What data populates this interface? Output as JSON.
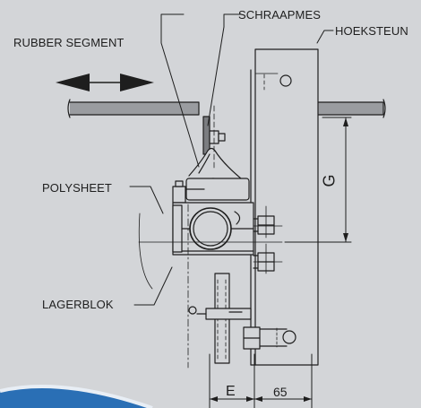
{
  "labels": {
    "scraper": "SCHRAAPMES",
    "bracket": "HOEKSTEUN",
    "rubber": "RUBBER SEGMENT",
    "polysheet": "POLYSHEET",
    "bearing": "LAGERBLOK"
  },
  "dimensions": {
    "g": "G",
    "e": "E",
    "width": "65"
  },
  "colors": {
    "background": "#d3d5d8",
    "line": "#1e1e1e",
    "swoosh": "#2a6fb5"
  }
}
